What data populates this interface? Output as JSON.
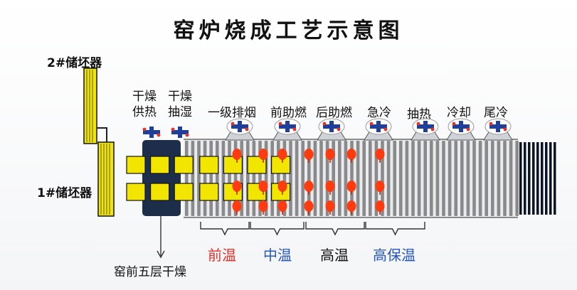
{
  "title": "窑炉烧成工艺示意图",
  "storage": {
    "rack2": "2#储坯器",
    "rack1": "1#储坯器"
  },
  "stations": [
    {
      "line1": "干燥",
      "line2": "供热"
    },
    {
      "line1": "干燥",
      "line2": "抽湿"
    },
    {
      "label": "一级排烟"
    },
    {
      "label": "前助燃"
    },
    {
      "label": "后助燃"
    },
    {
      "label": "急冷"
    },
    {
      "label": "抽热"
    },
    {
      "label": "冷却"
    },
    {
      "label": "尾冷"
    }
  ],
  "zones": [
    {
      "label": "前温",
      "color": "#e8302a"
    },
    {
      "label": "中温",
      "color": "#2456c8"
    },
    {
      "label": "高温",
      "color": "#111111"
    },
    {
      "label": "高保温",
      "color": "#2456c8"
    }
  ],
  "predryer_label": "窑前五层干燥",
  "colors": {
    "brick": "#f2e600",
    "brick_border": "#111111",
    "dryer": "#1c2e4a",
    "roller": "#8a8a8a",
    "roller_dark": "#0b1424",
    "flame": "#ff3b10",
    "fan": "#1f3f9a"
  },
  "diagram": {
    "brick_columns": 7,
    "brick_rows": 2,
    "burner_columns": 7,
    "burner_rows": 3,
    "fan_count": 9
  }
}
